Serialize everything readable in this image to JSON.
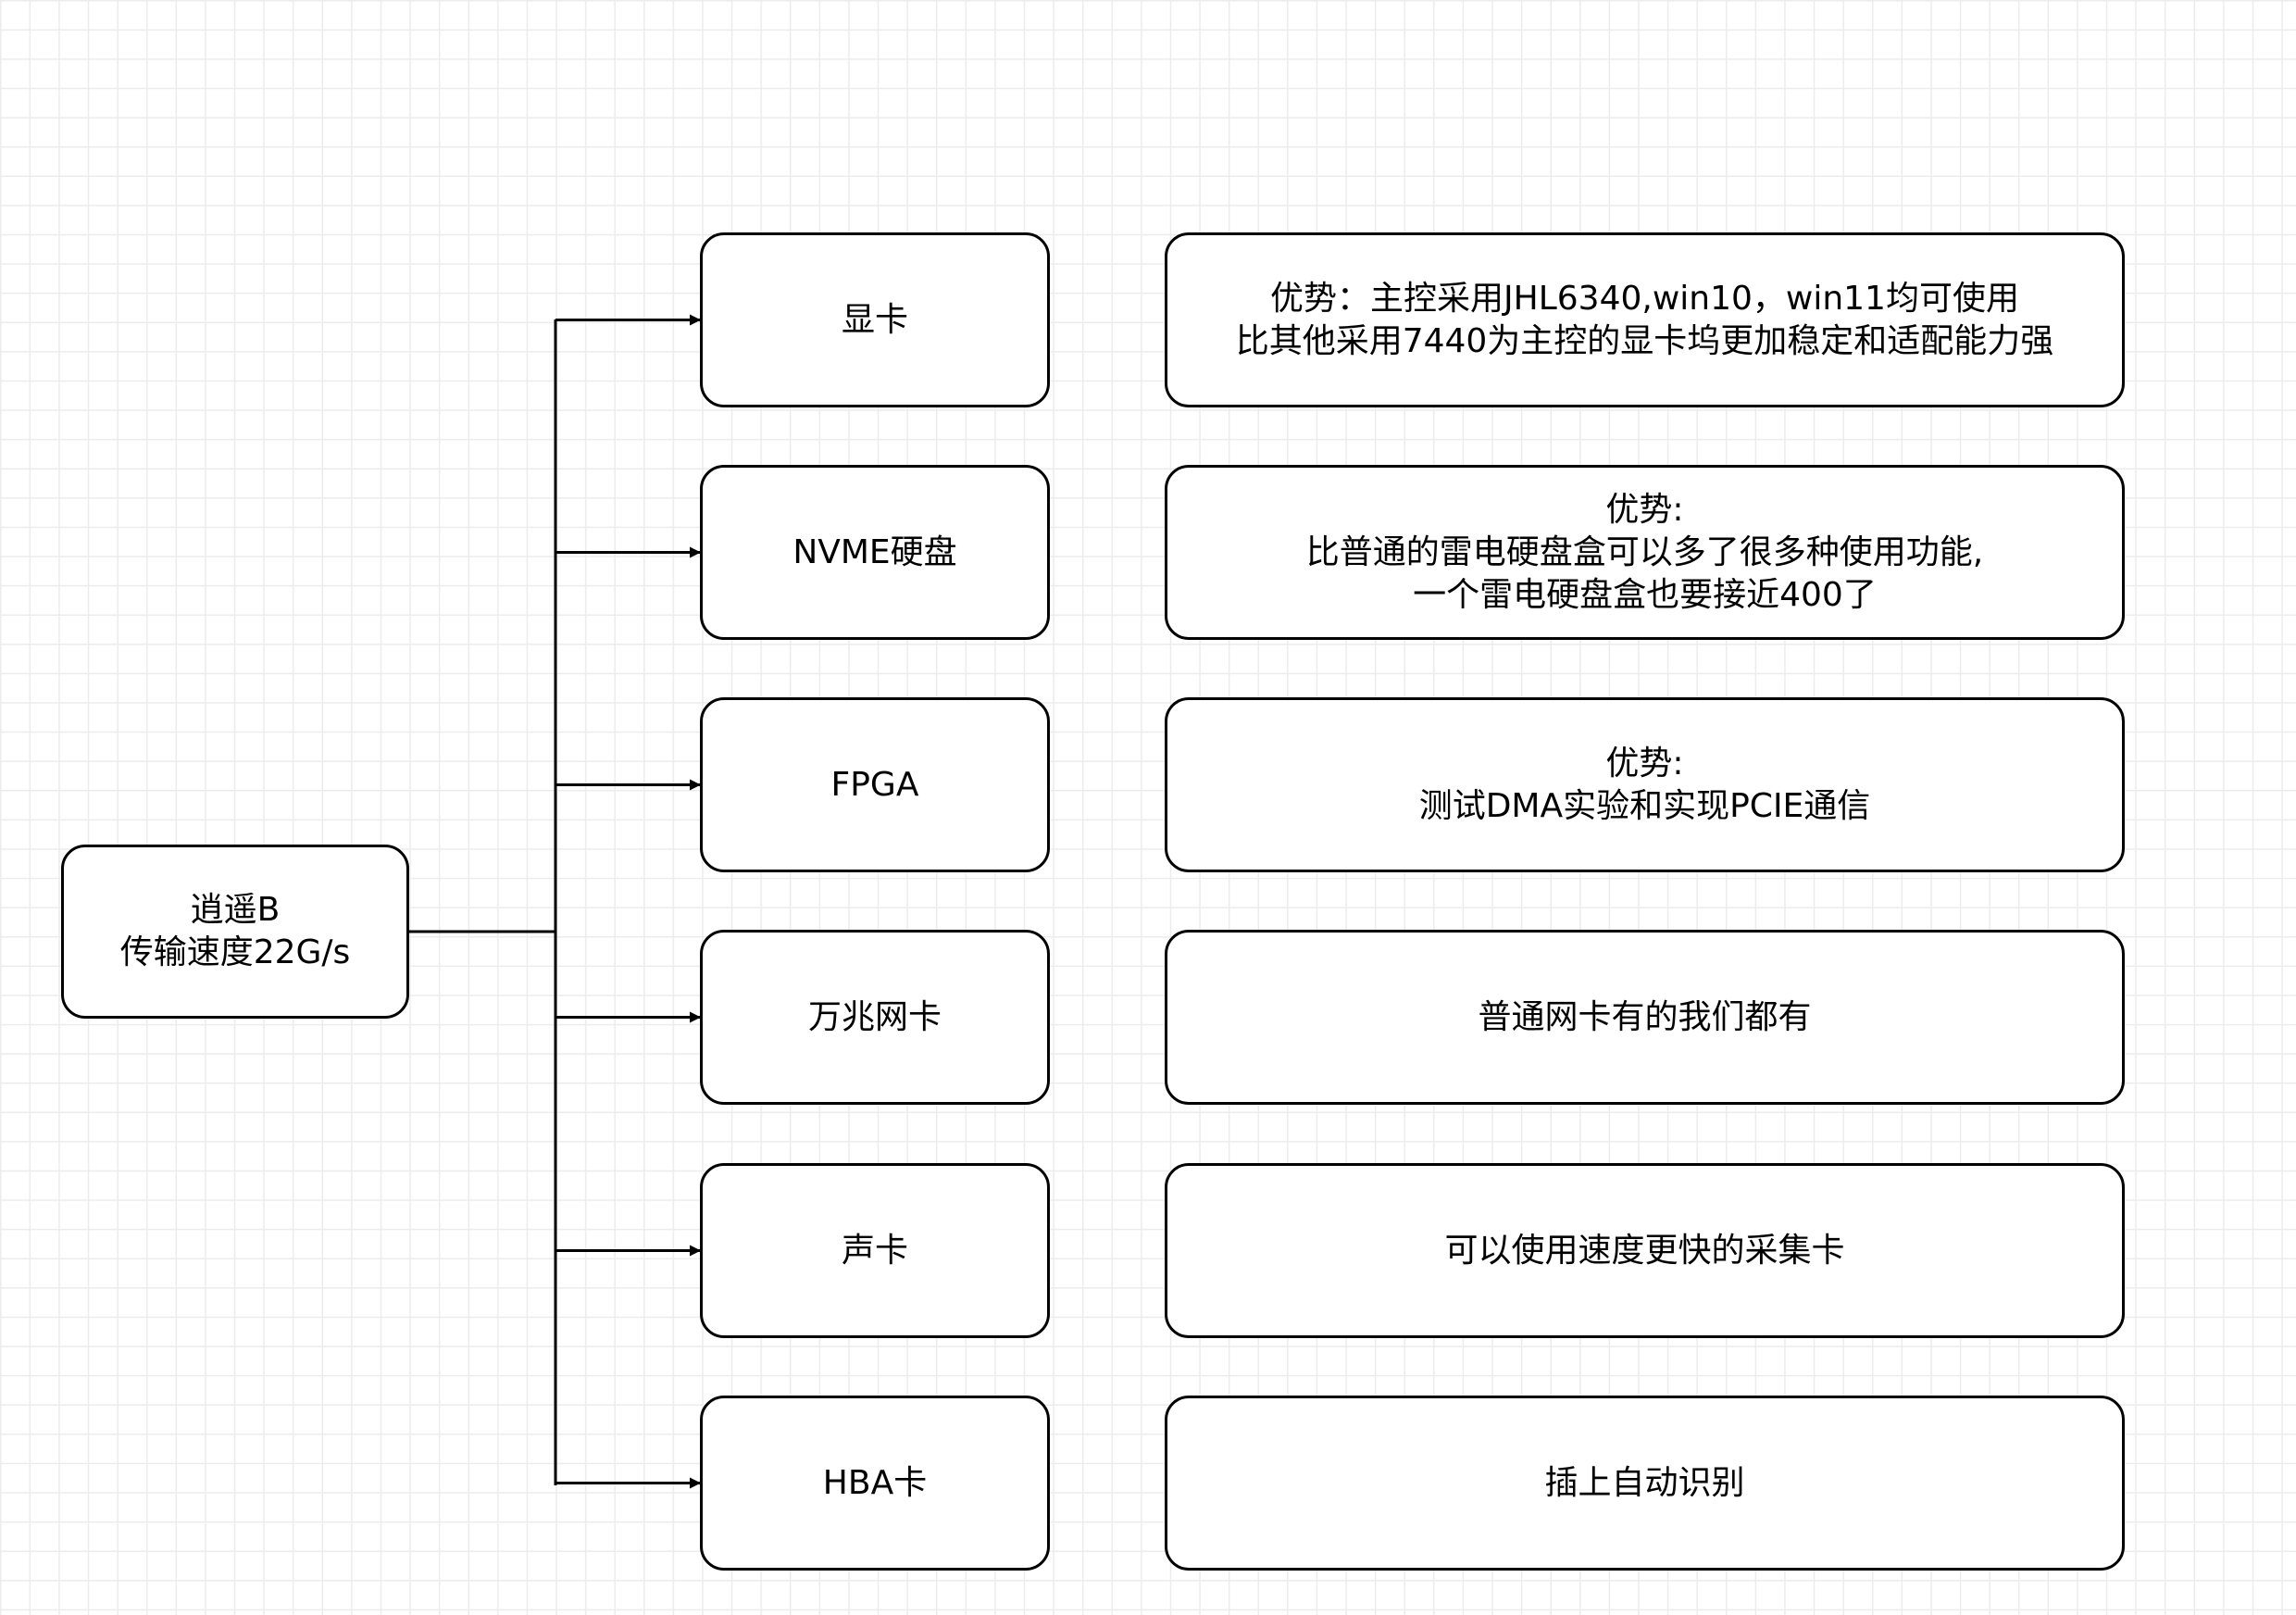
{
  "source": {
    "label": "逍遥B\n传输速度22G/s"
  },
  "rows": [
    {
      "item": "显卡",
      "advantage": "优势：主控采用JHL6340,win10，win11均可使用\n比其他采用7440为主控的显卡坞更加稳定和适配能力强"
    },
    {
      "item": "NVME硬盘",
      "advantage": "优势:\n比普通的雷电硬盘盒可以多了很多种使用功能,\n一个雷电硬盘盒也要接近400了"
    },
    {
      "item": "FPGA",
      "advantage": "优势:\n测试DMA实验和实现PCIE通信"
    },
    {
      "item": "万兆网卡",
      "advantage": "普通网卡有的我们都有"
    },
    {
      "item": "声卡",
      "advantage": "可以使用速度更快的采集卡"
    },
    {
      "item": "HBA卡",
      "advantage": "插上自动识别"
    }
  ]
}
